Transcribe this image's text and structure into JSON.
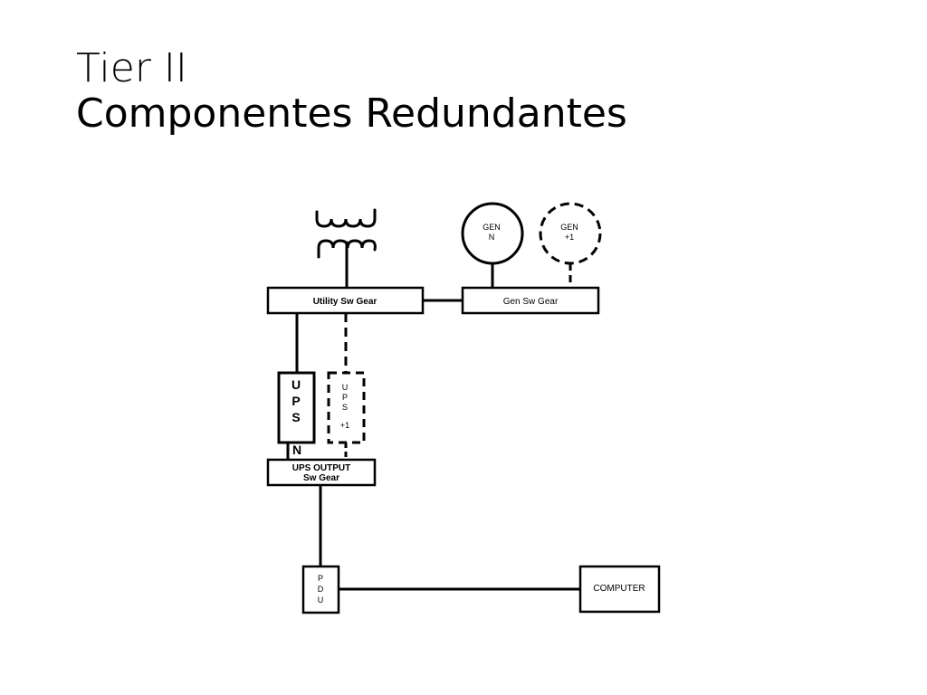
{
  "title": {
    "line1": "Tier II",
    "line2": "Componentes Redundantes"
  },
  "diagram": {
    "utility_sw_gear": "Utility Sw Gear",
    "gen_sw_gear": "Gen Sw Gear",
    "gen_n": {
      "line1": "GEN",
      "line2": "N"
    },
    "gen_plus1": {
      "line1": "GEN",
      "line2": "+1"
    },
    "ups_n": {
      "l1": "U",
      "l2": "P",
      "l3": "S",
      "tag": "N"
    },
    "ups_plus1": {
      "l1": "U",
      "l2": "P",
      "l3": "S",
      "l4": "+1"
    },
    "ups_output": {
      "line1": "UPS OUTPUT",
      "line2": "Sw Gear"
    },
    "pdu": {
      "l1": "P",
      "l2": "D",
      "l3": "U"
    },
    "computer": "COMPUTER"
  }
}
